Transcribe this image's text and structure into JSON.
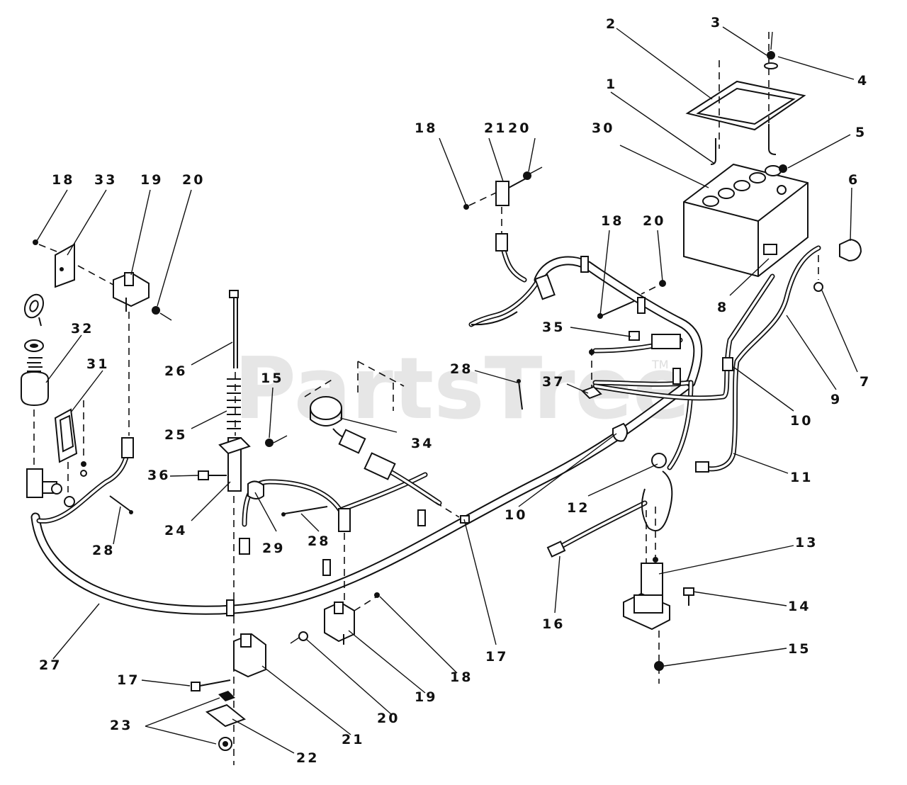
{
  "watermark": {
    "text": "PartsTree",
    "trademark": "TM"
  },
  "labels": [
    {
      "id": "L1",
      "text": "1"
    },
    {
      "id": "L2",
      "text": "2"
    },
    {
      "id": "L3",
      "text": "3"
    },
    {
      "id": "L4",
      "text": "4"
    },
    {
      "id": "L5",
      "text": "5"
    },
    {
      "id": "L6",
      "text": "6"
    },
    {
      "id": "L7",
      "text": "7"
    },
    {
      "id": "L8",
      "text": "8"
    },
    {
      "id": "L9",
      "text": "9"
    },
    {
      "id": "L10a",
      "text": "10"
    },
    {
      "id": "L10b",
      "text": "10"
    },
    {
      "id": "L11",
      "text": "11"
    },
    {
      "id": "L12",
      "text": "12"
    },
    {
      "id": "L13",
      "text": "13"
    },
    {
      "id": "L14",
      "text": "14"
    },
    {
      "id": "L15a",
      "text": "15"
    },
    {
      "id": "L15b",
      "text": "15"
    },
    {
      "id": "L16",
      "text": "16"
    },
    {
      "id": "L17a",
      "text": "17"
    },
    {
      "id": "L17b",
      "text": "17"
    },
    {
      "id": "L18a",
      "text": "18"
    },
    {
      "id": "L18b",
      "text": "18"
    },
    {
      "id": "L18c",
      "text": "18"
    },
    {
      "id": "L18d",
      "text": "18"
    },
    {
      "id": "L19a",
      "text": "19"
    },
    {
      "id": "L19b",
      "text": "19"
    },
    {
      "id": "L20a",
      "text": "20"
    },
    {
      "id": "L20b",
      "text": "20"
    },
    {
      "id": "L20c",
      "text": "20"
    },
    {
      "id": "L20d",
      "text": "20"
    },
    {
      "id": "L21a",
      "text": "21"
    },
    {
      "id": "L21b",
      "text": "21"
    },
    {
      "id": "L22",
      "text": "22"
    },
    {
      "id": "L23",
      "text": "23"
    },
    {
      "id": "L24",
      "text": "24"
    },
    {
      "id": "L25",
      "text": "25"
    },
    {
      "id": "L26",
      "text": "26"
    },
    {
      "id": "L27",
      "text": "27"
    },
    {
      "id": "L28a",
      "text": "28"
    },
    {
      "id": "L28b",
      "text": "28"
    },
    {
      "id": "L28c",
      "text": "28"
    },
    {
      "id": "L29",
      "text": "29"
    },
    {
      "id": "L30",
      "text": "30"
    },
    {
      "id": "L31",
      "text": "31"
    },
    {
      "id": "L32",
      "text": "32"
    },
    {
      "id": "L33",
      "text": "33"
    },
    {
      "id": "L34",
      "text": "34"
    },
    {
      "id": "L35",
      "text": "35"
    },
    {
      "id": "L36",
      "text": "36"
    },
    {
      "id": "L37",
      "text": "37"
    }
  ]
}
